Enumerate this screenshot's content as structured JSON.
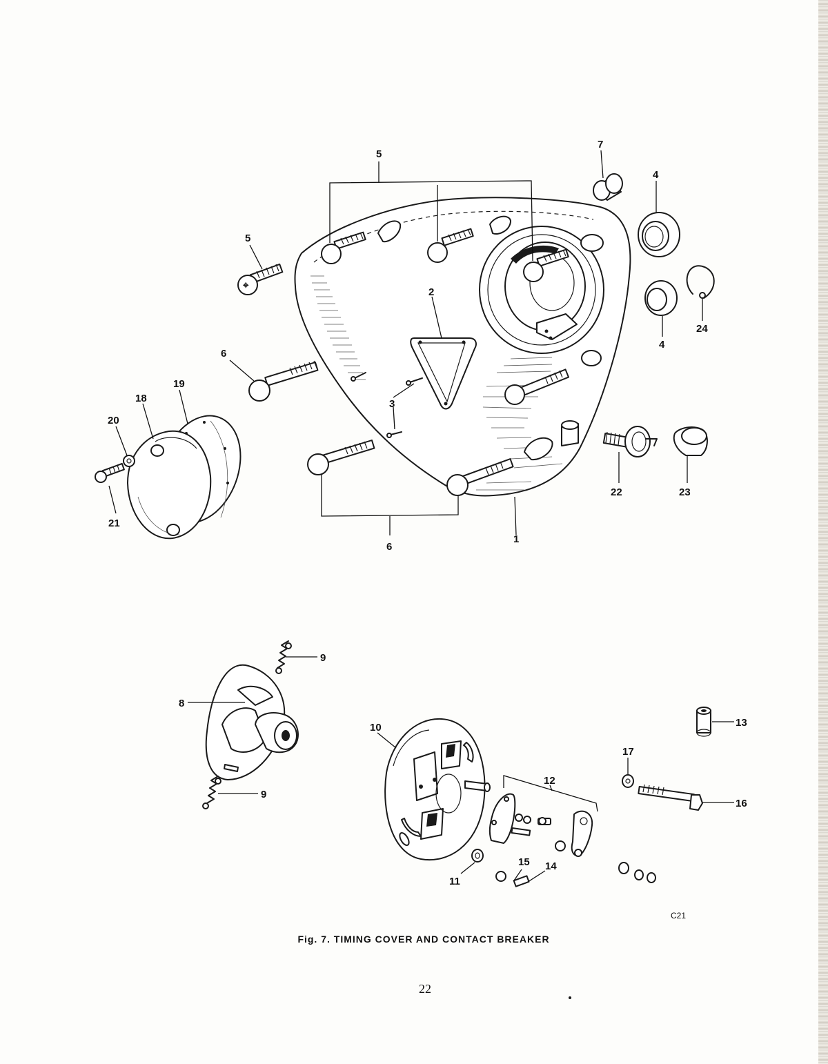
{
  "figure": {
    "caption": "Fig. 7.  TIMING COVER AND CONTACT BREAKER",
    "drawing_code": "C21",
    "page_number": "22"
  },
  "callouts": {
    "c1": "1",
    "c2": "2",
    "c3": "3",
    "c4a": "4",
    "c4b": "4",
    "c5top": "5",
    "c5left": "5",
    "c6left": "6",
    "c6bottom": "6",
    "c7": "7",
    "c8": "8",
    "c9top": "9",
    "c9bottom": "9",
    "c10": "10",
    "c11": "11",
    "c12": "12",
    "c13": "13",
    "c14": "14",
    "c15": "15",
    "c16": "16",
    "c17": "17",
    "c18": "18",
    "c19": "19",
    "c20": "20",
    "c21": "21",
    "c22": "22",
    "c23": "23",
    "c24": "24"
  }
}
